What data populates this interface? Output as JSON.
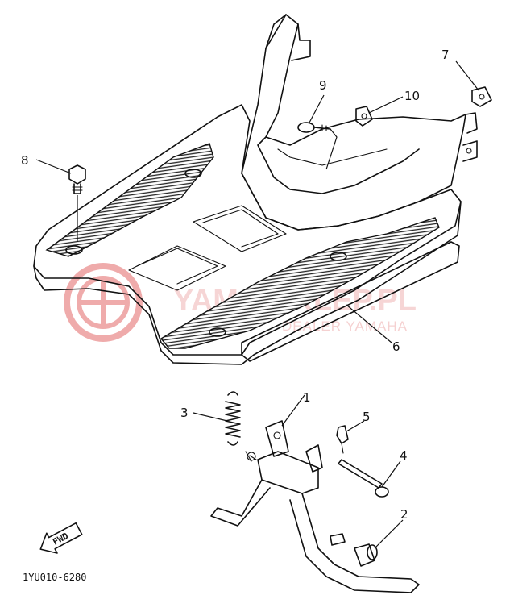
{
  "diagram": {
    "code": "1YU010-6280",
    "fwd_label": "FWD",
    "watermark": {
      "text": "YAMA-SKLEP.PL",
      "subtext": "DEALER YAMAHA"
    },
    "callouts": [
      {
        "id": "c1",
        "label": "1"
      },
      {
        "id": "c2",
        "label": "2"
      },
      {
        "id": "c3",
        "label": "3"
      },
      {
        "id": "c4",
        "label": "4"
      },
      {
        "id": "c5",
        "label": "5"
      },
      {
        "id": "c6",
        "label": "6"
      },
      {
        "id": "c7",
        "label": "7"
      },
      {
        "id": "c8",
        "label": "8"
      },
      {
        "id": "c9",
        "label": "9"
      },
      {
        "id": "c10",
        "label": "10"
      }
    ],
    "colors": {
      "line": "#111111",
      "watermark": "#e05a5a",
      "background": "#ffffff"
    }
  }
}
